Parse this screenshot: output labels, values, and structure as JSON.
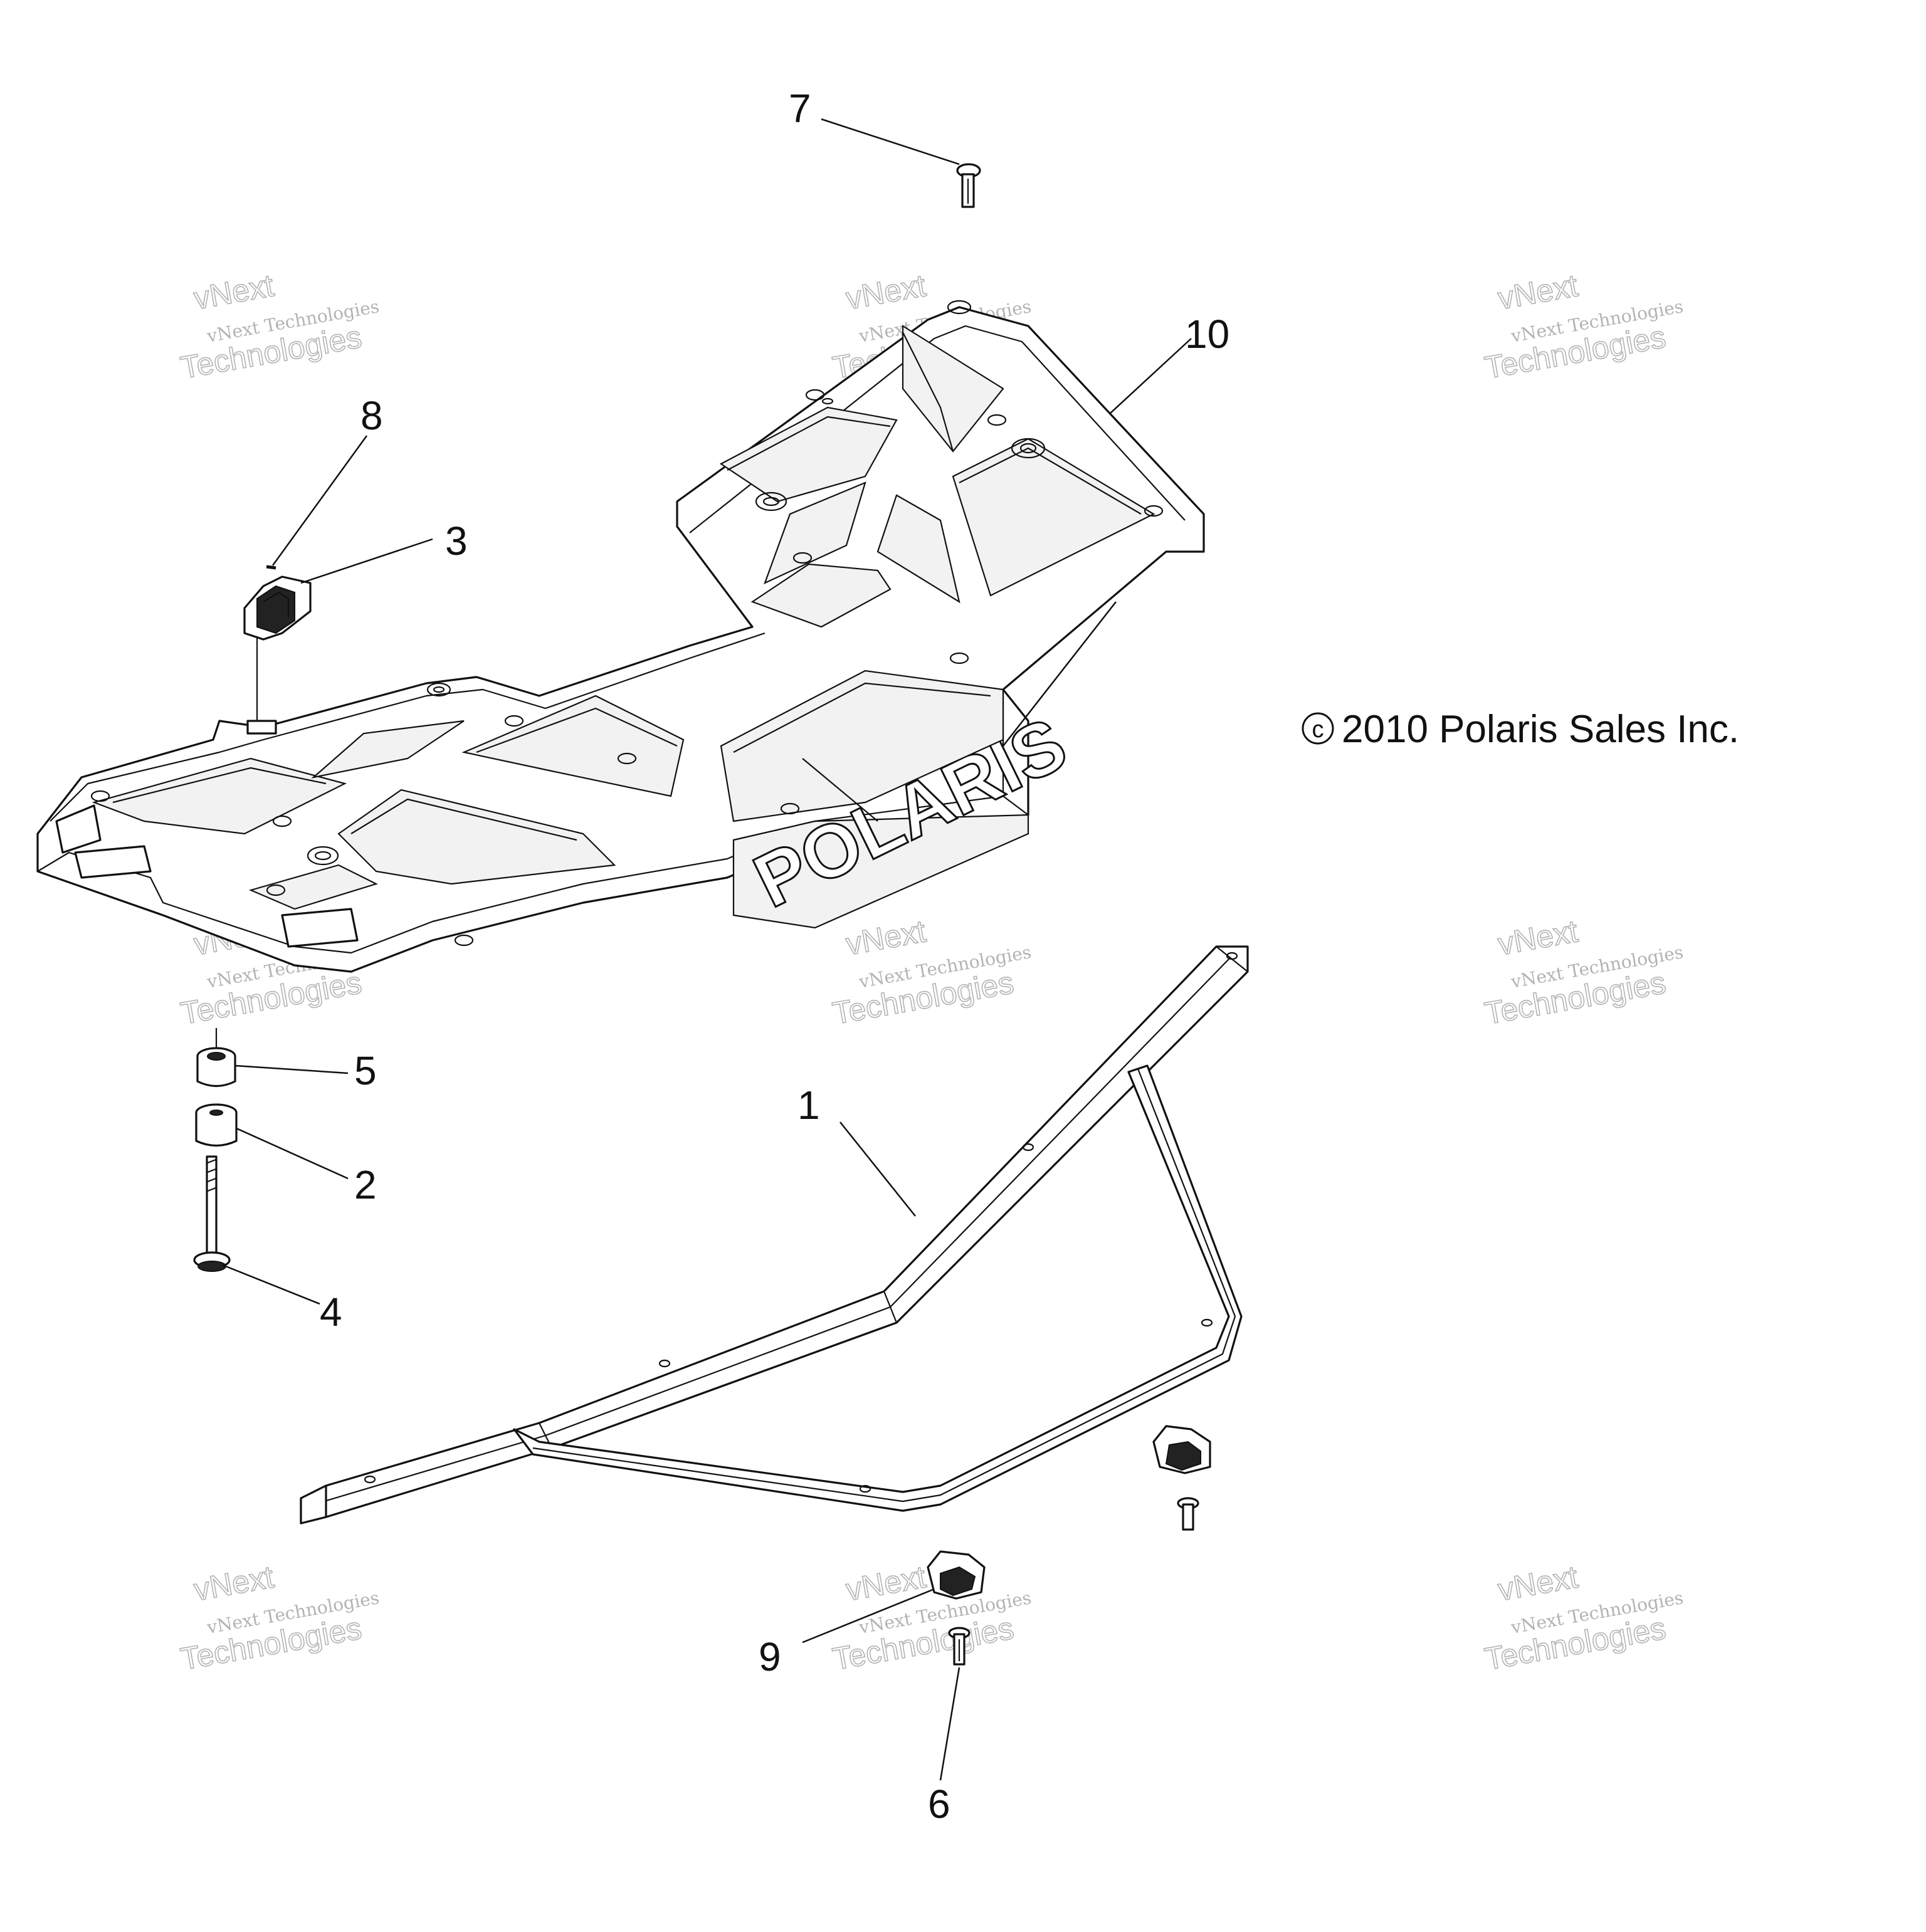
{
  "callouts": {
    "c1": "1",
    "c2": "2",
    "c3": "3",
    "c4": "4",
    "c5": "5",
    "c6": "6",
    "c7": "7",
    "c8": "8",
    "c9": "9",
    "c10": "10"
  },
  "copyright": "2010 Polaris Sales Inc.",
  "copyright_symbol": "c",
  "brand_logo": "POLARIS",
  "watermark": {
    "line1": "vNext Technologies",
    "line2": "vNext",
    "line3": "Technologies"
  }
}
